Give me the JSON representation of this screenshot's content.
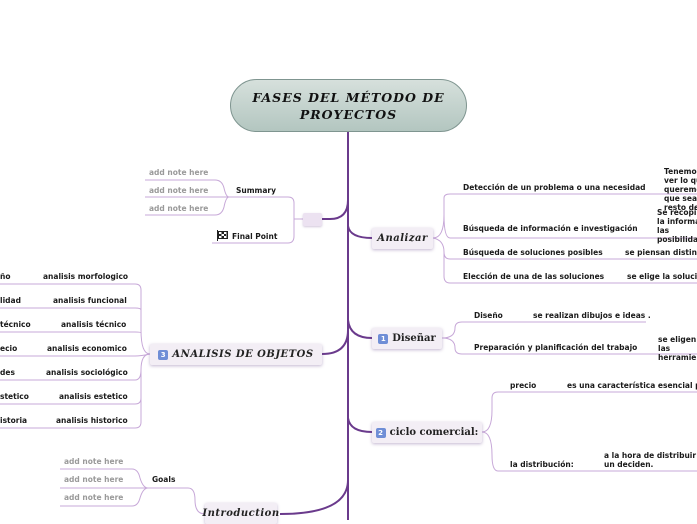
{
  "central": {
    "title": "FASES DEL MÉTODO DE PROYECTOS"
  },
  "right": {
    "analizar": {
      "label": "Analizar",
      "items": [
        {
          "label": "Detección de un problema o una necesidad",
          "detail": "Tenemos que ver lo que queremos y lo que sea el resto de"
        },
        {
          "label": "Búsqueda de información e investigación",
          "detail": "Se recopila toda la información y las posibilidades"
        },
        {
          "label": "Búsqueda de soluciones posibles",
          "detail": "se piensan distintas"
        },
        {
          "label": "Elección de una de las soluciones",
          "detail": "se elige la solución"
        }
      ]
    },
    "disenar": {
      "badge": "1",
      "label": "Diseñar",
      "items": [
        {
          "label": "Diseño",
          "detail": "se realizan dibujos e ideas ."
        },
        {
          "label": "Preparación y planificación del trabajo",
          "detail": "se eligen las herramientas"
        }
      ]
    },
    "ciclo": {
      "badge": "2",
      "label": "ciclo comercial:",
      "items": [
        {
          "label": "precio",
          "detail": "es una característica esencial para"
        },
        {
          "label": "la distribución:",
          "detail": "a la hora de distribuir un deciden."
        }
      ]
    }
  },
  "left": {
    "empty_node": "",
    "summary": {
      "label": "Summary",
      "notes": [
        "add note here",
        "add note here",
        "add note here"
      ]
    },
    "final_point": {
      "label": "Final Point"
    },
    "analisis": {
      "badge": "3",
      "label": "ANALISIS DE OBJETOS",
      "items": [
        {
          "cut": "ño",
          "label": "analisis morfologico"
        },
        {
          "cut": "lidad",
          "label": "analisis funcional"
        },
        {
          "cut": "técnico",
          "label": "analisis técnico"
        },
        {
          "cut": "ecio",
          "label": "analisis economico"
        },
        {
          "cut": "des",
          "label": "analisis sociológico"
        },
        {
          "cut": "stetico",
          "label": "analisis estetico"
        },
        {
          "cut": "istoria",
          "label": "analisis historico"
        }
      ]
    },
    "goals": {
      "label": "Goals",
      "notes": [
        "add note here",
        "add note here",
        "add note here"
      ]
    },
    "introduction": {
      "label": "Introduction"
    }
  },
  "colors": {
    "line": "#6a3a8c",
    "thin_line": "#c7a8d8",
    "central_fill": "#c5d4cf",
    "badge": "#6f8ed6"
  }
}
